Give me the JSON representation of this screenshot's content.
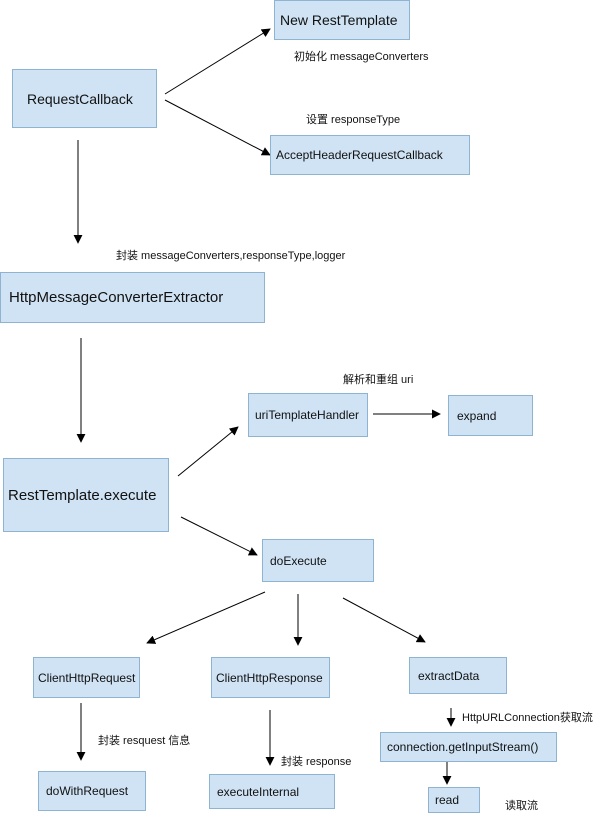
{
  "nodes": {
    "new_rest_template": "New RestTemplate",
    "request_callback": "RequestCallback",
    "accept_header_request_callback": "AcceptHeaderRequestCallback",
    "http_message_converter_extractor": "HttpMessageConverterExtractor",
    "uri_template_handler": "uriTemplateHandler",
    "expand": "expand",
    "rest_template_execute": "RestTemplate.execute",
    "do_execute": "doExecute",
    "client_http_request": "ClientHttpRequest",
    "client_http_response": "ClientHttpResponse",
    "extract_data": "extractData",
    "connection_get_input_stream": "connection.getInputStream()",
    "do_with_request": "doWithRequest",
    "execute_internal": "executeInternal",
    "read": "read"
  },
  "labels": {
    "init_message_converters": "初始化 messageConverters",
    "set_response_type": "设置 responseType",
    "wrap_converters": "封装 messageConverters,responseType,logger",
    "parse_uri": "解析和重组 uri",
    "wrap_request_info": "封装 resquest 信息",
    "wrap_response": "封装 response",
    "http_url_connection_get_stream": "HttpURLConnection获取流",
    "read_stream": "读取流"
  }
}
